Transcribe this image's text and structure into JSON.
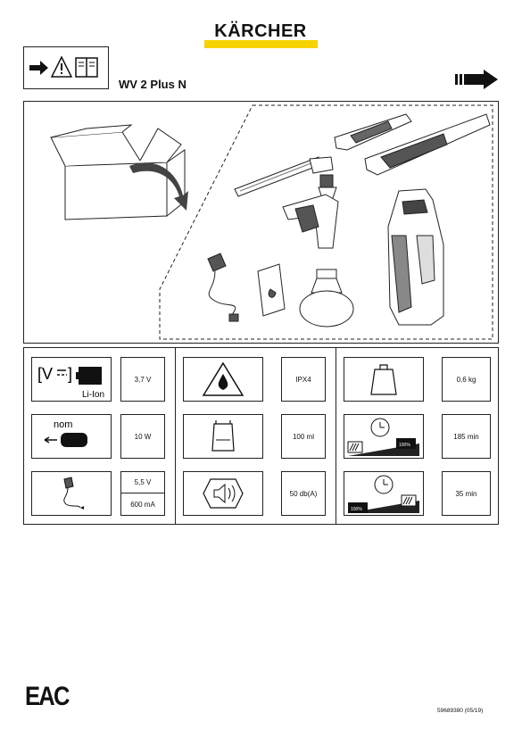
{
  "brand": {
    "name": "KÄRCHER",
    "accent": "#f6d200"
  },
  "header": {
    "model": "WV 2 Plus N"
  },
  "icons": {
    "pictogram": [
      "arrow-right-icon",
      "warning-triangle-icon",
      "manual-book-icon"
    ],
    "next_page": "arrow-right-icon"
  },
  "specs": {
    "battery_label": "Li-Ion",
    "motor_label": "nom",
    "voltage": "3,7 V",
    "power": "10 W",
    "charger_voltage": "5,5 V",
    "charger_current": "600 mA",
    "protection": "IPX4",
    "tank_volume": "100 ml",
    "noise": "50 db(A)",
    "weight": "0,6 kg",
    "runtime": "185 min",
    "charge_time": "35 min",
    "battery_full": "100%"
  },
  "footer": {
    "mark": "EAC",
    "doc_number": "59689380 (05/19)"
  }
}
